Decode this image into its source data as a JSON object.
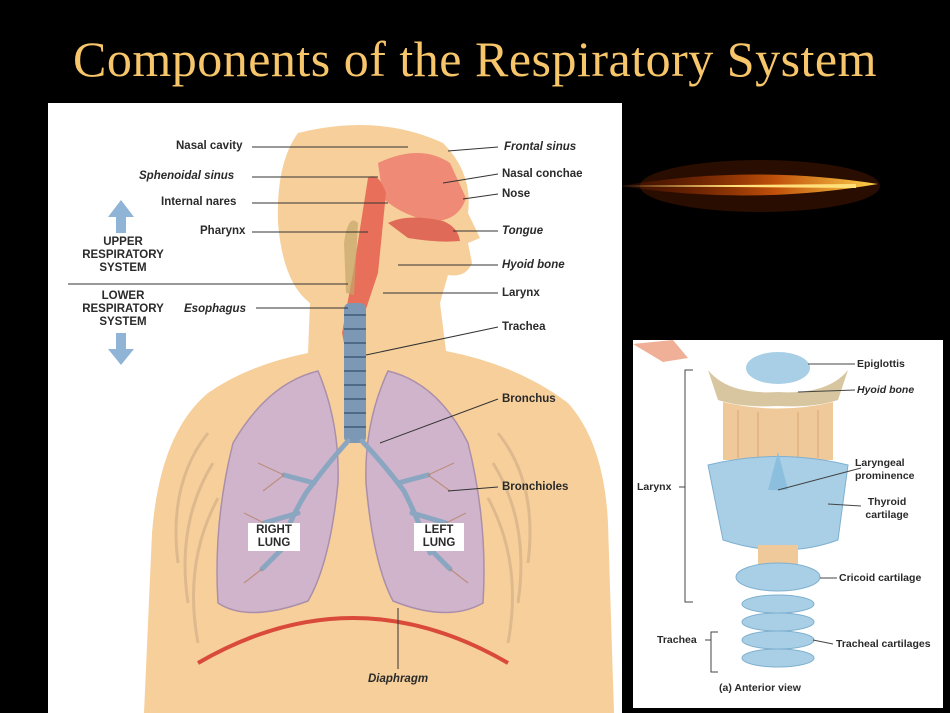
{
  "slide": {
    "title": "Components of the Respiratory System"
  },
  "main_figure": {
    "left_labels": {
      "nasal_cavity": "Nasal cavity",
      "sphenoidal_sinus": "Sphenoidal sinus",
      "internal_nares": "Internal nares",
      "pharynx": "Pharynx",
      "esophagus": "Esophagus"
    },
    "right_labels": {
      "frontal_sinus": "Frontal sinus",
      "nasal_conchae": "Nasal conchae",
      "nose": "Nose",
      "tongue": "Tongue",
      "hyoid_bone": "Hyoid bone",
      "larynx": "Larynx",
      "trachea": "Trachea",
      "bronchus": "Bronchus",
      "bronchioles": "Bronchioles",
      "diaphragm": "Diaphragm"
    },
    "system_labels": {
      "upper": [
        "UPPER",
        "RESPIRATORY",
        "SYSTEM"
      ],
      "lower": [
        "LOWER",
        "RESPIRATORY",
        "SYSTEM"
      ]
    },
    "lung_labels": {
      "right": [
        "RIGHT",
        "LUNG"
      ],
      "left": [
        "LEFT",
        "LUNG"
      ]
    },
    "colors": {
      "skin": "#f6cf9b",
      "airway": "#e8705a",
      "lung": "#c9b0d4",
      "trachea": "#7c98b4",
      "arrow": "#8fb4d6"
    }
  },
  "larynx_figure": {
    "labels": {
      "epiglottis": "Epiglottis",
      "hyoid_bone": "Hyoid bone",
      "laryngeal_prominence": [
        "Laryngeal",
        "prominence"
      ],
      "thyroid_cartilage": [
        "Thyroid",
        "cartilage"
      ],
      "cricoid_cartilage": "Cricoid cartilage",
      "tracheal_cartilages": "Tracheal cartilages",
      "larynx": "Larynx",
      "trachea": "Trachea"
    },
    "caption": "(a) Anterior view",
    "colors": {
      "cartilage": "#a8cfe6",
      "ligament": "#f0c99a"
    }
  }
}
